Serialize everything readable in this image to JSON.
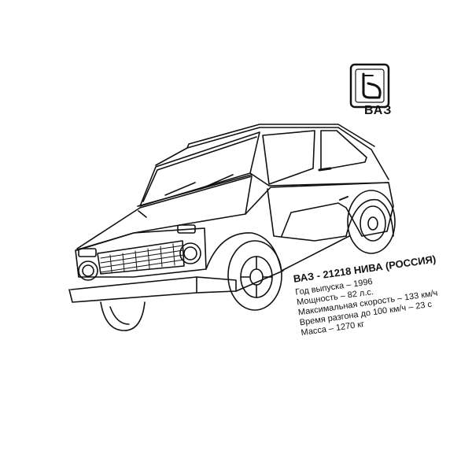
{
  "brand": {
    "name": "ВАЗ",
    "logo": "vaz-sail-logo"
  },
  "specs": {
    "title": "ВАЗ - 21218 НИВА (РОССИЯ)",
    "lines": [
      "Год выпуска – 1996",
      "Мощность – 82 л.с.",
      "Максимальная скорость – 133 км/ч",
      "Время разгона до 100 км/ч – 23 с",
      "Масса – 1270 кг"
    ]
  },
  "colors": {
    "ink": "#111111",
    "paper": "#ffffff"
  }
}
